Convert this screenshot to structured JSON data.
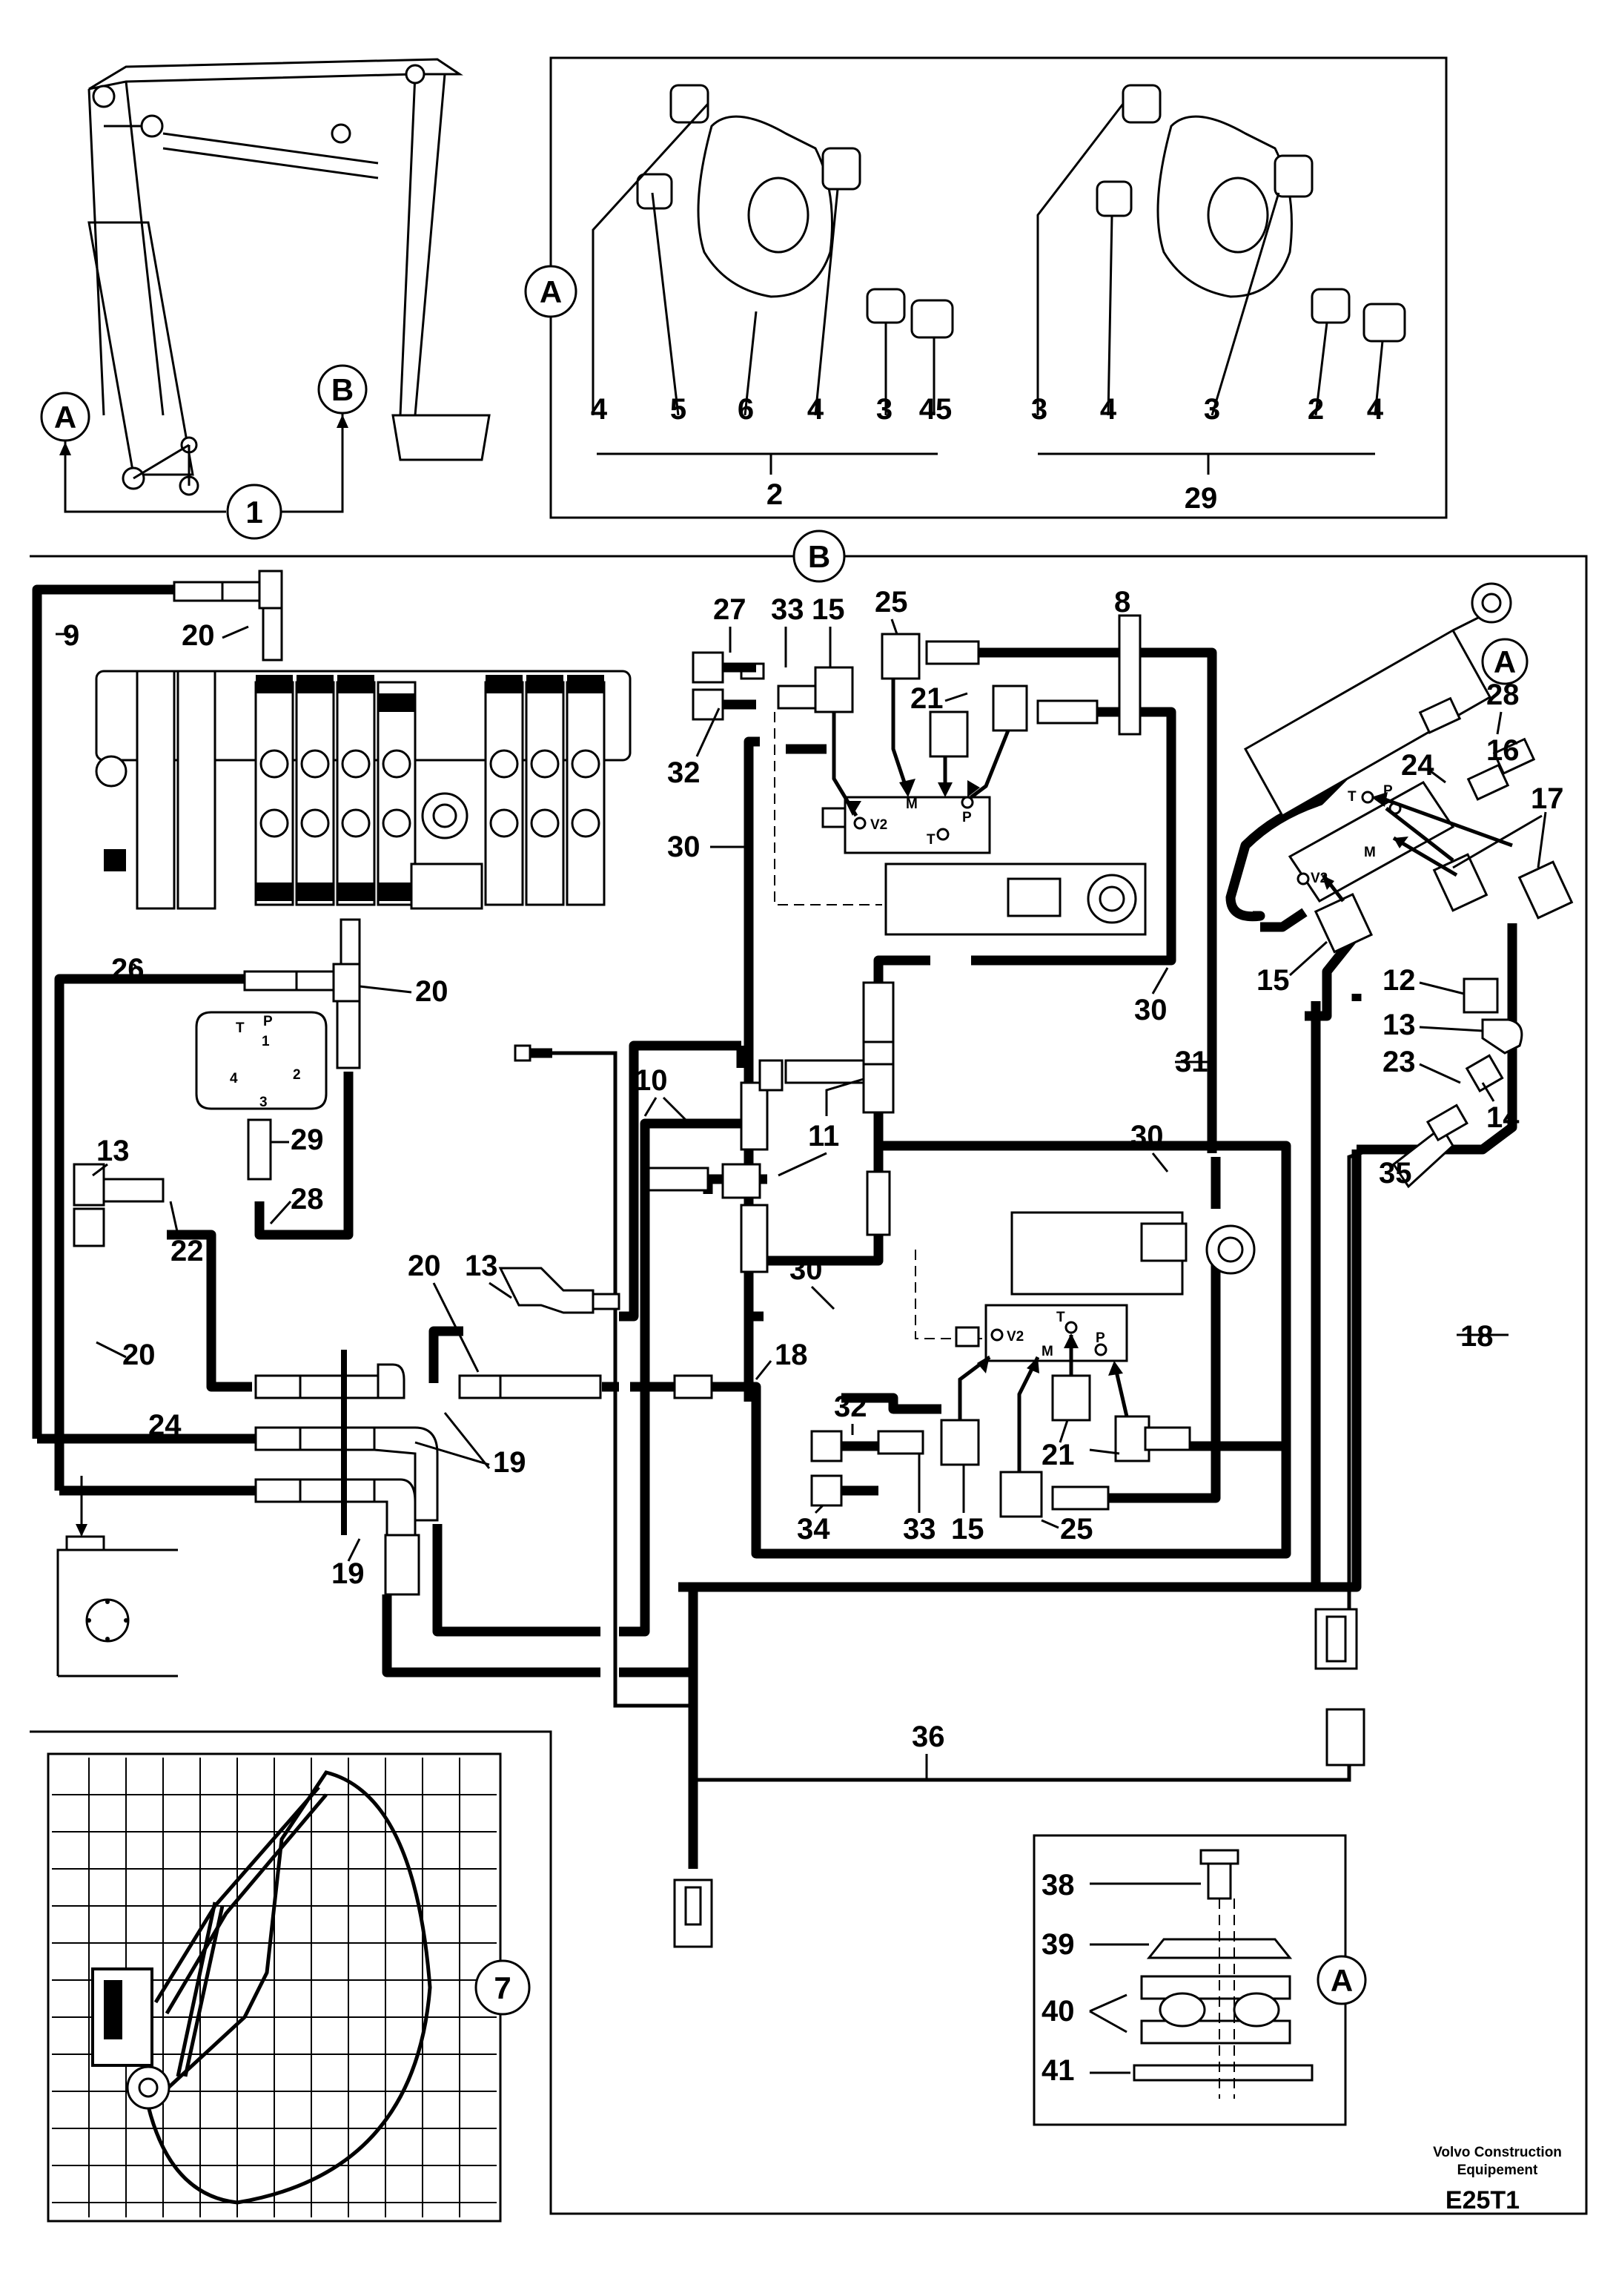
{
  "callouts": {
    "view_1": "1",
    "view_a_top": "A",
    "view_b_top": "B",
    "detail_a": "A",
    "frame_b": "B",
    "cyl_a": "A",
    "clamp_a": "A",
    "view_7": "7"
  },
  "detail_a_labels": {
    "left_row": [
      "4",
      "5",
      "6",
      "4",
      "3",
      "45"
    ],
    "left_total": "2",
    "right_row": [
      "3",
      "4",
      "3",
      "2",
      "4"
    ],
    "right_total": "29"
  },
  "part_labels": {
    "p9": "9",
    "p20a": "20",
    "p27": "27",
    "p33a": "33",
    "p15a": "15",
    "p25a": "25",
    "p8": "8",
    "p32a": "32",
    "p21a": "21",
    "p30a": "30",
    "p26": "26",
    "p20b": "20",
    "p30b": "30",
    "p31": "31",
    "p10": "10",
    "p11": "11",
    "p30c": "30",
    "p29": "29",
    "p28a": "28",
    "p13a": "13",
    "p22": "22",
    "p20c": "20",
    "p20d": "20",
    "p13b": "13",
    "p30d": "30",
    "p18a": "18",
    "p24a": "24",
    "p19a": "19",
    "p19b": "19",
    "p32b": "32",
    "p34": "34",
    "p33b": "33",
    "p15b": "15",
    "p25b": "25",
    "p21b": "21",
    "p28b": "28",
    "p16": "16",
    "p24b": "24",
    "p17": "17",
    "p15c": "15",
    "p12": "12",
    "p13c": "13",
    "p23": "23",
    "p14": "14",
    "p35": "35",
    "p18b": "18",
    "p36": "36",
    "p38": "38",
    "p39": "39",
    "p40": "40",
    "p41": "41"
  },
  "valve_ports": {
    "upper": {
      "v2": "V2",
      "m": "M",
      "t": "T",
      "p": "P"
    },
    "lower": {
      "v2": "V2",
      "m": "M",
      "t": "T",
      "p": "P"
    },
    "cylinder": {
      "v2": "V2",
      "m": "M",
      "t": "T",
      "p": "P"
    }
  },
  "pump_ports": {
    "p": "P",
    "t": "T",
    "n1": "1",
    "n2": "2",
    "n3": "3",
    "n4": "4"
  },
  "credit": {
    "line1": "Volvo Construction",
    "line2": "Equipement",
    "code": "E25T1"
  }
}
